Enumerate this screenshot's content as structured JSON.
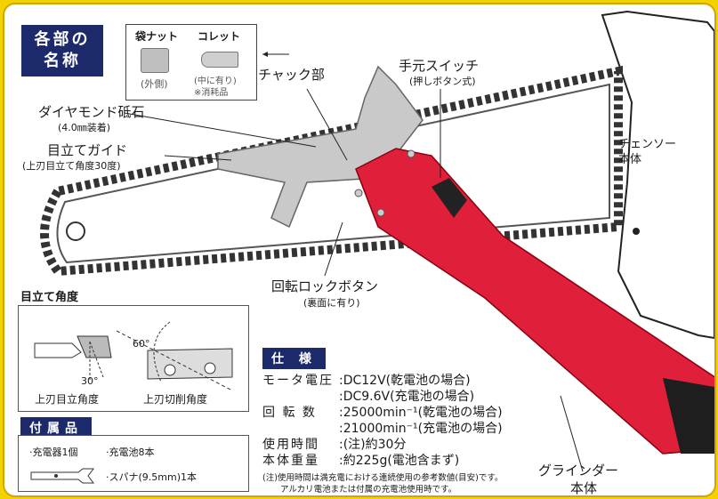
{
  "title": {
    "line1": "各部の",
    "line2": "名称"
  },
  "parts": {
    "nut_label": "袋ナット",
    "collet_label": "コレット",
    "nut_note": "(外側)",
    "collet_note1": "(中に有り)",
    "collet_note2": "※消耗品"
  },
  "labels": {
    "chuck": "チャック部",
    "switch": "手元スイッチ",
    "switch_note": "(押しボタン式)",
    "diamond": "ダイヤモンド砥石",
    "diamond_note": "(4.0㎜装着)",
    "guide": "目立てガイド",
    "guide_note": "(上刃目立て角度30度)",
    "chainsaw1": "チェンソー",
    "chainsaw2": "本体",
    "lock": "回転ロックボタン",
    "lock_note": "(裏面に有り)",
    "grinder1": "グラインダー",
    "grinder2": "本体"
  },
  "angle": {
    "heading": "目立て角度",
    "a30": "30°",
    "a60": "60°",
    "cap1": "上刃目立角度",
    "cap2": "上刃切削角度"
  },
  "accessories": {
    "heading": "付属品",
    "item1": "·充電器1個",
    "item2": "·充電池8本",
    "item3": "·スパナ(9.5mm)1本"
  },
  "specs": {
    "heading": "仕 様",
    "rows": [
      {
        "key": "モータ電圧",
        "value": ":DC12V(乾電池の場合)"
      },
      {
        "key": "",
        "value": ":DC9.6V(充電池の場合)"
      },
      {
        "key": "回 転 数",
        "value": ":25000min⁻¹(乾電池の場合)"
      },
      {
        "key": "",
        "value": ":21000min⁻¹(充電池の場合)"
      },
      {
        "key": "使用時間",
        "value": ":(注)約30分"
      },
      {
        "key": "本体重量",
        "value": ":約225g(電池含まず)"
      }
    ],
    "note1": "(注)使用時間は満充電における連続使用の参考数値(目安)です。",
    "note2": "アルカリ電池または付属の充電池使用時です。"
  }
}
